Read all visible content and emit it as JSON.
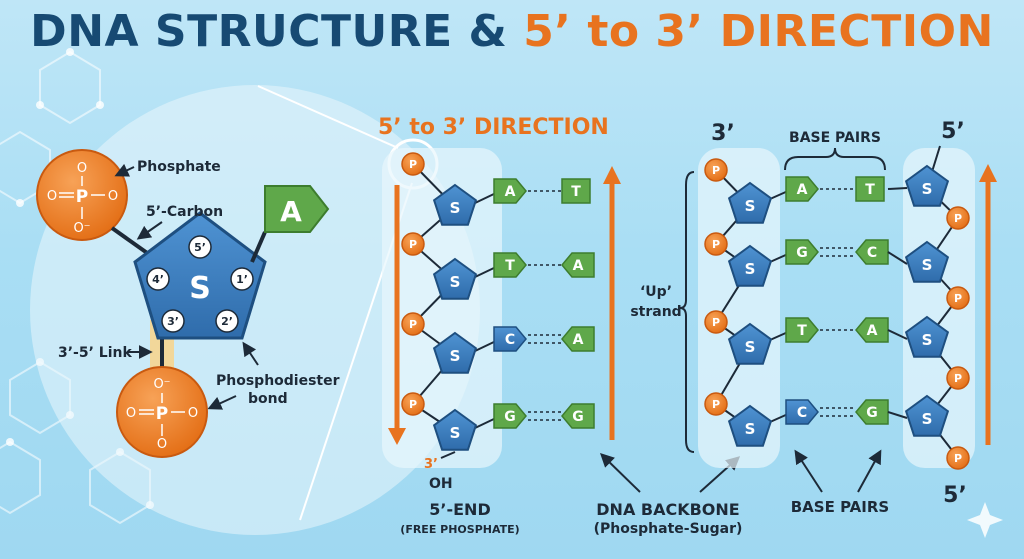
{
  "title": {
    "part1": "DNA STRUCTURE & ",
    "part2": "5’ to 3’ DIRECTION"
  },
  "nucleotide": {
    "phosphate_label": "Phosphate",
    "carbon_label": "5’-Carbon",
    "sugar_letter": "S",
    "base_letter": "A",
    "carbons": [
      "5’",
      "1’",
      "2’",
      "3’",
      "4’"
    ],
    "link_label": "3’-5’ Link",
    "bond_label_1": "Phosphodiester",
    "bond_label_2": "bond",
    "phosphate_atoms": {
      "p": "P",
      "o": "O",
      "o_minus": "O⁻",
      "dbl": "="
    }
  },
  "strand1": {
    "heading": "5’ to 3’ DIRECTION",
    "p_letter": "P",
    "sugar_letter": "S",
    "bases": [
      "A",
      "T",
      "C",
      "G"
    ],
    "partners": [
      "T",
      "A",
      "A",
      "G"
    ],
    "three_prime": "3’",
    "oh": "OH",
    "end_label": "5’-END",
    "end_sublabel": "(FREE PHOSPHATE)"
  },
  "duplex": {
    "left_label": "3’",
    "right_top_label": "5’",
    "right_bottom_label": "5’",
    "base_pairs_top": "BASE PAIRS",
    "base_pairs_bottom": "BASE PAIRS",
    "up_strand_1": "‘Up’",
    "up_strand_2": "strand",
    "p_letter": "P",
    "sugar_letter": "S",
    "left_bases": [
      "A",
      "G",
      "T",
      "C"
    ],
    "right_bases": [
      "T",
      "C",
      "A",
      "G"
    ]
  },
  "backbone": {
    "label": "DNA BACKBONE",
    "sublabel": "(Phosphate-Sugar)"
  },
  "colors": {
    "navy": "#174a73",
    "orange": "#e8731f",
    "blue": "#3f7fc1",
    "green": "#5fa84a"
  }
}
